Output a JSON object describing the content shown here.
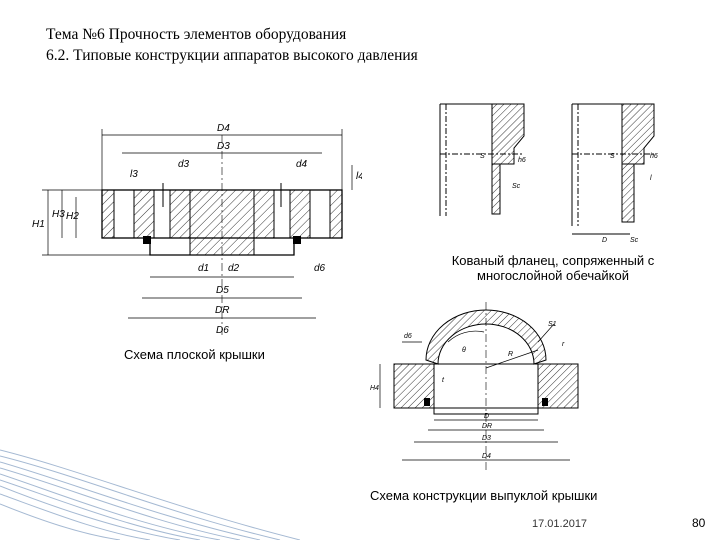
{
  "slide": {
    "title_line1": "Тема №6 Прочность элементов оборудования",
    "title_line2": "6.2. Типовые конструкции аппаратов высокого давления",
    "caption_flat": "Схема плоской крышки",
    "caption_forged_line1": "Кованый фланец, сопряженный с",
    "caption_forged_line2": "многослойной обечайкой",
    "caption_convex": "Схема конструкции выпуклой крышки",
    "date": "17.01.2017",
    "page": "80"
  },
  "flat_cover_labels": {
    "d4_big": "D4",
    "d3_big": "D3",
    "d5_big": "D5",
    "dr_big": "DR",
    "d6_big": "D6",
    "d3_small": "d3",
    "d4_small": "d4",
    "d1": "d1",
    "d2": "d2",
    "d6_small": "d6",
    "h1": "H1",
    "h2": "H2",
    "h3": "H3",
    "l3": "l3",
    "l4": "l4"
  },
  "forged_flange_labels": {
    "s": "S",
    "se": "Sc",
    "h6": "h6",
    "l": "l",
    "d": "D"
  },
  "convex_cover_labels": {
    "s1": "S1",
    "r": "r",
    "R": "R",
    "theta": "θ",
    "d6": "d6",
    "h4": "H4",
    "t": "t",
    "D": "D",
    "DR": "DR",
    "D3": "D3",
    "D4": "D4"
  },
  "colors": {
    "accent_stripe": "#8fa8c8",
    "line": "#000000"
  }
}
